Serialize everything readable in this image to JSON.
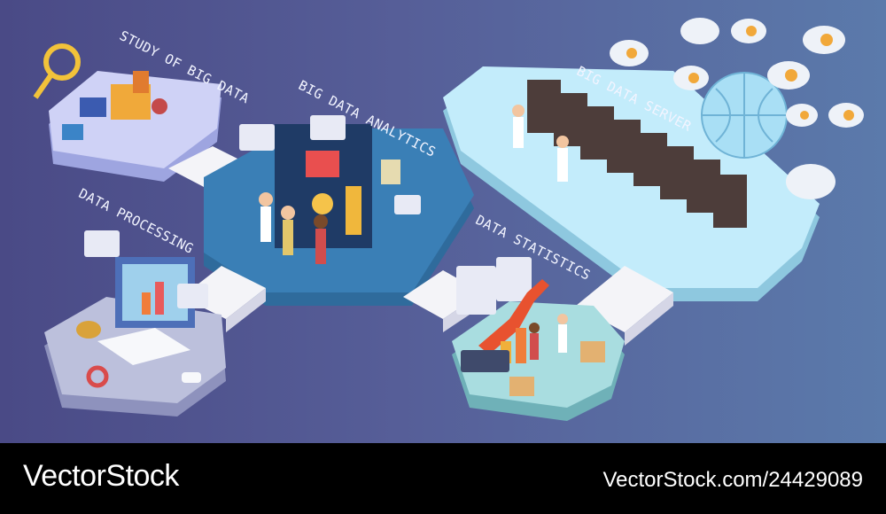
{
  "labels": {
    "study": "STUDY OF BIG DATA",
    "analytics": "BIG DATA ANALYTICS",
    "server": "BIG DATA SERVER",
    "processing": "DATA PROCESSING",
    "statistics": "DATA STATISTICS"
  },
  "footer": {
    "brand": "VectorStock",
    "credit": "VectorStock.com/24429089"
  },
  "colors": {
    "background_left": "#4a4a86",
    "background_right": "#5b7aab",
    "platform_blue": "#3a7fb6",
    "platform_lavender": "#c9cdf3",
    "platform_cyan": "#bfe9fb",
    "platform_grey": "#b9bdd8",
    "platform_teal": "#9fd6d9",
    "footer": "#000000"
  }
}
